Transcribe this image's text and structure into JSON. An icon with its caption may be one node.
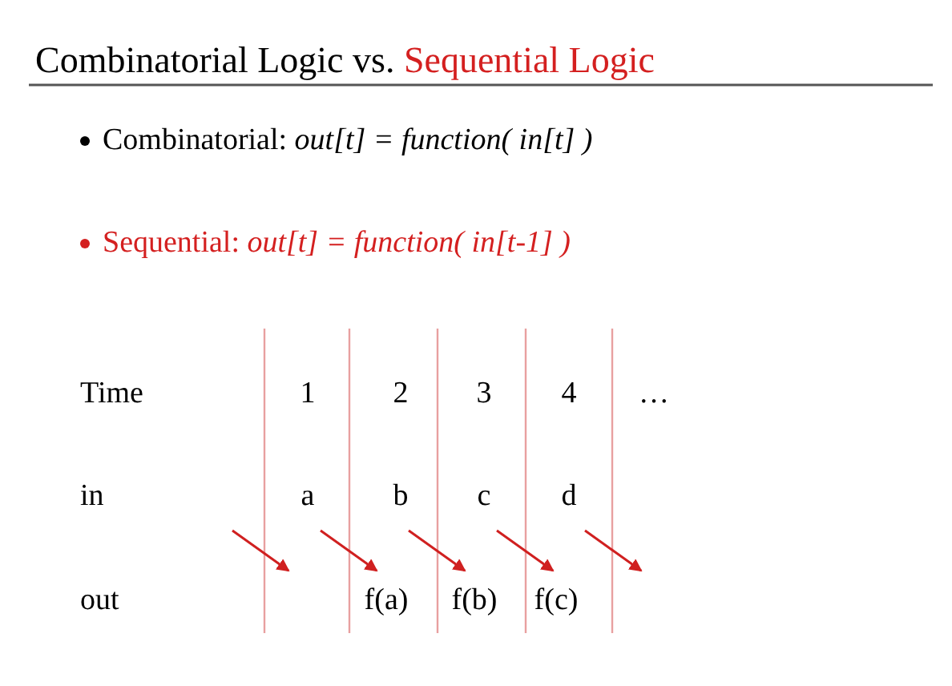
{
  "diagram": {
    "title": "Combinatorial Logic vs. Sequential Logic",
    "labels": [
      "Combinatorial: *out[t] = function( in[t] )*",
      "Sequential: *out[t] = function( in[t-1] )*",
      "Time",
      "1",
      "2",
      "3",
      "4",
      "…",
      "in",
      "a",
      "b",
      "c",
      "d",
      "out",
      "f(a)",
      "f(b)",
      "f(c)"
    ]
  }
}
